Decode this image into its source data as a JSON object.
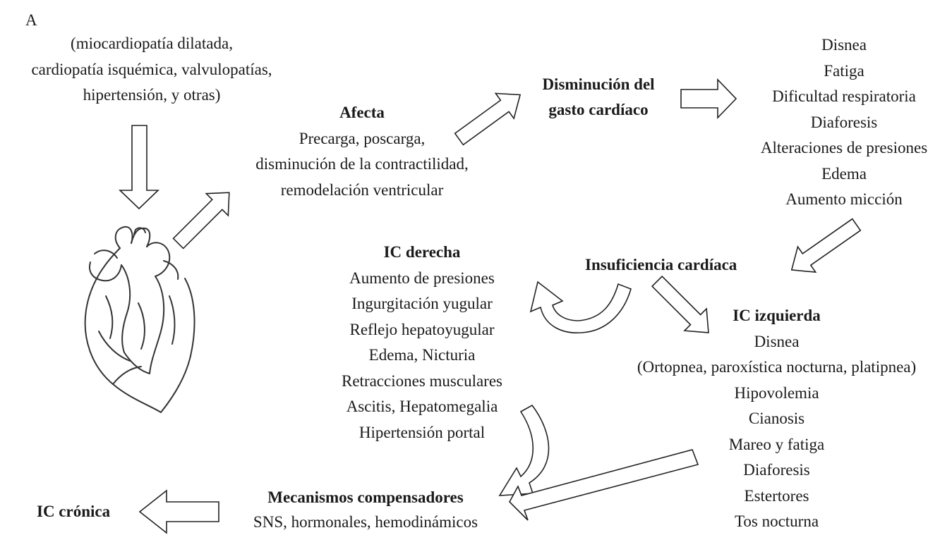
{
  "panel_letter": "A",
  "causes": [
    "(miocardiopatía dilatada,",
    "cardiopatía isquémica, valvulopatías,",
    "hipertensión, y otras)"
  ],
  "heart_icon": "heart-drawing-icon",
  "affects": {
    "title": "Afecta",
    "lines": [
      "Precarga, poscarga,",
      "disminución de la contractilidad,",
      "remodelación ventricular"
    ]
  },
  "cardiac_output": [
    "Disminución del",
    "gasto cardíaco"
  ],
  "symptoms": [
    "Disnea",
    "Fatiga",
    "Dificultad respiratoria",
    "Diaforesis",
    "Alteraciones de presiones",
    "Edema",
    "Aumento micción"
  ],
  "heart_failure": "Insuficiencia cardíaca",
  "right_hf": {
    "title": "IC derecha",
    "lines": [
      "Aumento de presiones",
      "Ingurgitación yugular",
      "Reflejo hepatoyugular",
      "Edema, Nicturia",
      "Retracciones musculares",
      "Ascitis, Hepatomegalia",
      "Hipertensión portal"
    ]
  },
  "left_hf": {
    "title": "IC izquierda",
    "lines": [
      "Disnea",
      "(Ortopnea, paroxística nocturna, platipnea)",
      "Hipovolemia",
      "Cianosis",
      "Mareo y fatiga",
      "Diaforesis",
      "Estertores",
      "Tos nocturna"
    ]
  },
  "compensators": {
    "title": "Mecanismos compensadores",
    "subtitle": "SNS, hormonales, hemodinámicos"
  },
  "chronic": "IC crónica"
}
